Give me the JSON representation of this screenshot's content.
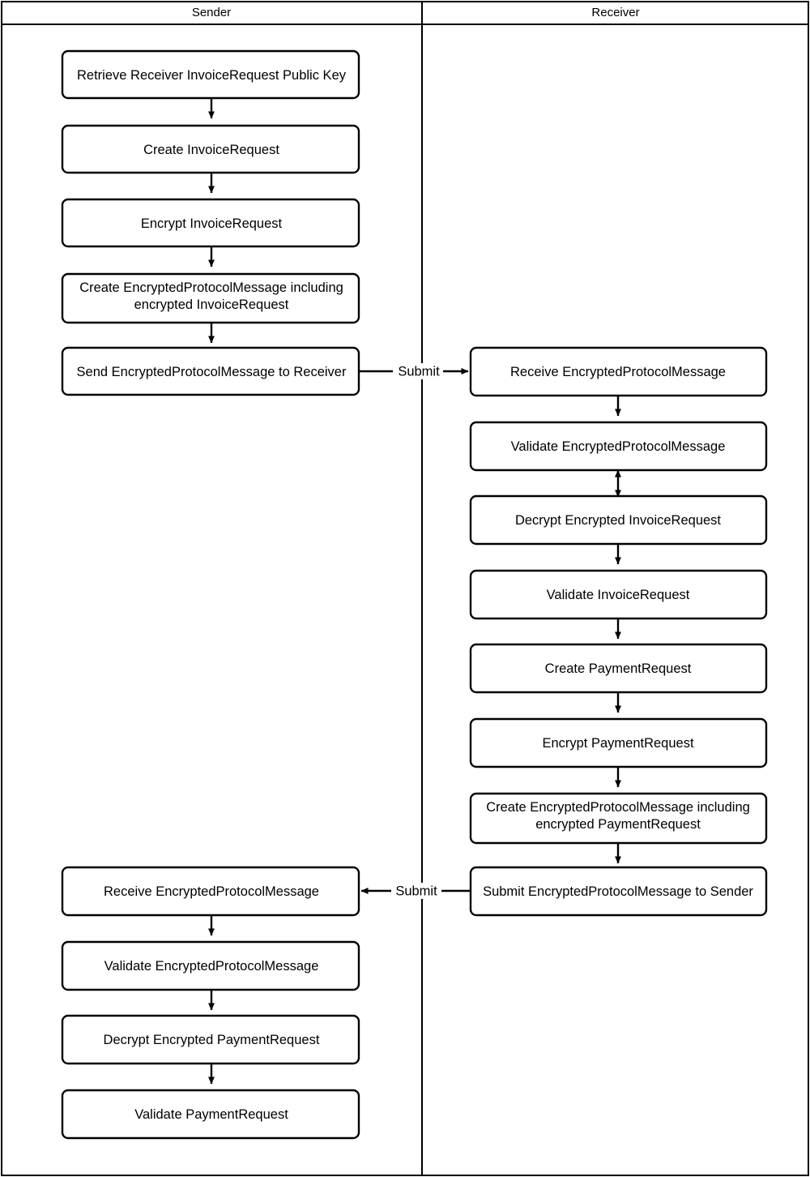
{
  "diagram": {
    "type": "swimlane-flowchart",
    "background_color": "#ffffff",
    "stroke_color": "#000000",
    "node_fill": "#ffffff",
    "lanes": [
      {
        "id": "sender",
        "title": "Sender"
      },
      {
        "id": "receiver",
        "title": "Receiver"
      }
    ],
    "nodes": [
      {
        "id": "n1",
        "lane": "sender",
        "lines": [
          "Retrieve Receiver InvoiceRequest Public Key"
        ]
      },
      {
        "id": "n2",
        "lane": "sender",
        "lines": [
          "Create InvoiceRequest"
        ]
      },
      {
        "id": "n3",
        "lane": "sender",
        "lines": [
          "Encrypt InvoiceRequest"
        ]
      },
      {
        "id": "n4",
        "lane": "sender",
        "lines": [
          "Create EncryptedProtocolMessage including",
          "encrypted InvoiceRequest"
        ]
      },
      {
        "id": "n5",
        "lane": "sender",
        "lines": [
          "Send EncryptedProtocolMessage to Receiver"
        ]
      },
      {
        "id": "n6",
        "lane": "receiver",
        "lines": [
          "Receive EncryptedProtocolMessage"
        ]
      },
      {
        "id": "n7",
        "lane": "receiver",
        "lines": [
          "Validate EncryptedProtocolMessage"
        ]
      },
      {
        "id": "n8",
        "lane": "receiver",
        "lines": [
          "Decrypt Encrypted InvoiceRequest"
        ]
      },
      {
        "id": "n9",
        "lane": "receiver",
        "lines": [
          "Validate InvoiceRequest"
        ]
      },
      {
        "id": "n10",
        "lane": "receiver",
        "lines": [
          "Create PaymentRequest"
        ]
      },
      {
        "id": "n11",
        "lane": "receiver",
        "lines": [
          "Encrypt PaymentRequest"
        ]
      },
      {
        "id": "n12",
        "lane": "receiver",
        "lines": [
          "Create EncryptedProtocolMessage including",
          "encrypted PaymentRequest"
        ]
      },
      {
        "id": "n13",
        "lane": "receiver",
        "lines": [
          "Submit EncryptedProtocolMessage to Sender"
        ]
      },
      {
        "id": "n14",
        "lane": "sender",
        "lines": [
          "Receive EncryptedProtocolMessage"
        ]
      },
      {
        "id": "n15",
        "lane": "sender",
        "lines": [
          "Validate EncryptedProtocolMessage"
        ]
      },
      {
        "id": "n16",
        "lane": "sender",
        "lines": [
          "Decrypt Encrypted PaymentRequest"
        ]
      },
      {
        "id": "n17",
        "lane": "sender",
        "lines": [
          "Validate PaymentRequest"
        ]
      }
    ],
    "edges": [
      {
        "from": "n1",
        "to": "n2",
        "label": "",
        "direction": "down"
      },
      {
        "from": "n2",
        "to": "n3",
        "label": "",
        "direction": "down"
      },
      {
        "from": "n3",
        "to": "n4",
        "label": "",
        "direction": "down"
      },
      {
        "from": "n4",
        "to": "n5",
        "label": "",
        "direction": "down"
      },
      {
        "from": "n5",
        "to": "n6",
        "label": "Submit",
        "direction": "right"
      },
      {
        "from": "n6",
        "to": "n7",
        "label": "",
        "direction": "down"
      },
      {
        "from": "n7",
        "to": "n8",
        "label": "",
        "direction": "both"
      },
      {
        "from": "n8",
        "to": "n9",
        "label": "",
        "direction": "down"
      },
      {
        "from": "n9",
        "to": "n10",
        "label": "",
        "direction": "down"
      },
      {
        "from": "n10",
        "to": "n11",
        "label": "",
        "direction": "down"
      },
      {
        "from": "n11",
        "to": "n12",
        "label": "",
        "direction": "down"
      },
      {
        "from": "n12",
        "to": "n13",
        "label": "",
        "direction": "down"
      },
      {
        "from": "n13",
        "to": "n14",
        "label": "Submit",
        "direction": "left"
      },
      {
        "from": "n14",
        "to": "n15",
        "label": "",
        "direction": "down"
      },
      {
        "from": "n15",
        "to": "n16",
        "label": "",
        "direction": "down"
      },
      {
        "from": "n16",
        "to": "n17",
        "label": "",
        "direction": "down"
      }
    ]
  }
}
